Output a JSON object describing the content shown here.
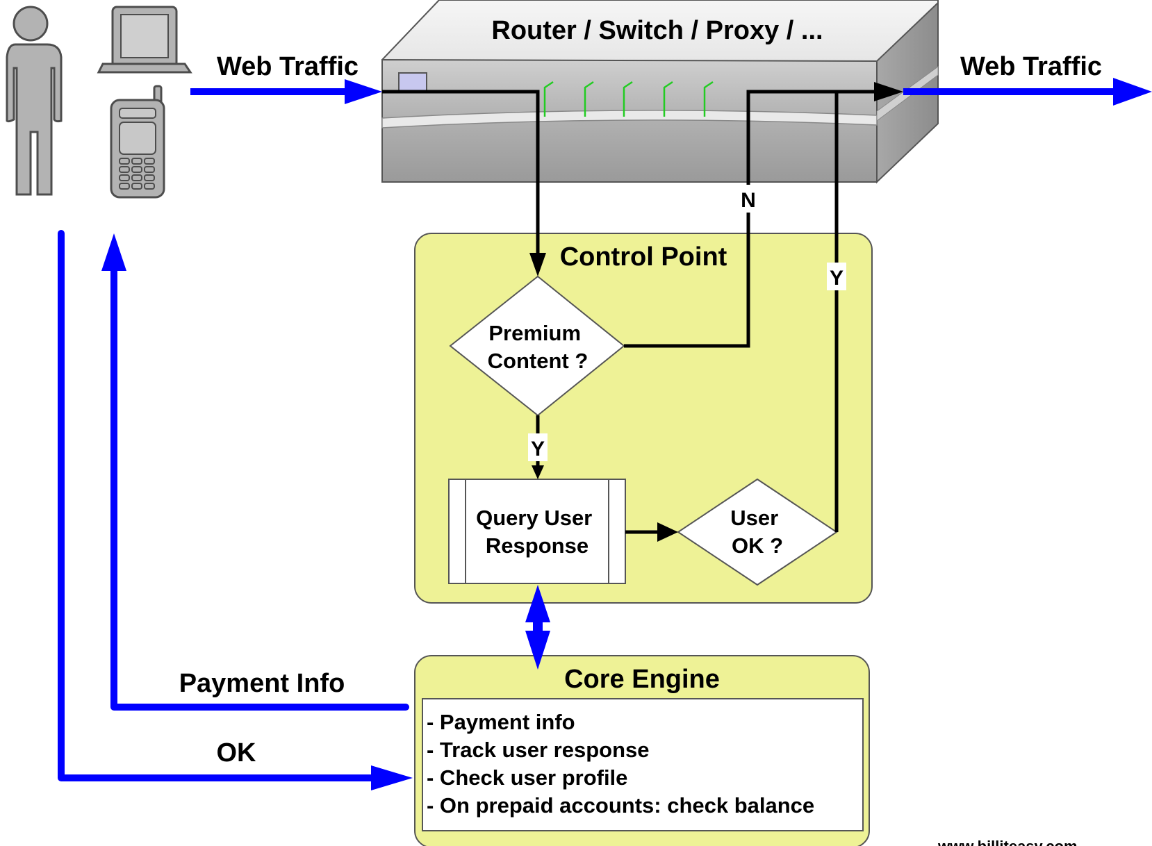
{
  "router": {
    "title": "Router / Switch / Proxy / ..."
  },
  "traffic": {
    "in_label": "Web Traffic",
    "out_label": "Web Traffic"
  },
  "control_point": {
    "title": "Control Point",
    "decision_premium": [
      "Premium",
      "Content ?"
    ],
    "process_query": [
      "Query User",
      "Response"
    ],
    "decision_user_ok": [
      "User",
      "OK ?"
    ],
    "label_n": "N",
    "label_y_top": "Y",
    "label_y_mid": "Y"
  },
  "core_engine": {
    "title": "Core Engine",
    "items": [
      "- Payment info",
      "- Track user response",
      "- Check user profile",
      "- On prepaid accounts: check balance"
    ]
  },
  "flows": {
    "payment_info": "Payment Info",
    "ok": "OK"
  },
  "footer": {
    "url": "www.billiteasy.com"
  },
  "colors": {
    "blue": "#0000ff",
    "yellow_box": "#eef296",
    "device_gray": "#b3b3b3",
    "led_green": "#22cc22"
  },
  "icons": [
    "person-icon",
    "computer-icon",
    "mobile-phone-icon",
    "router-icon"
  ]
}
